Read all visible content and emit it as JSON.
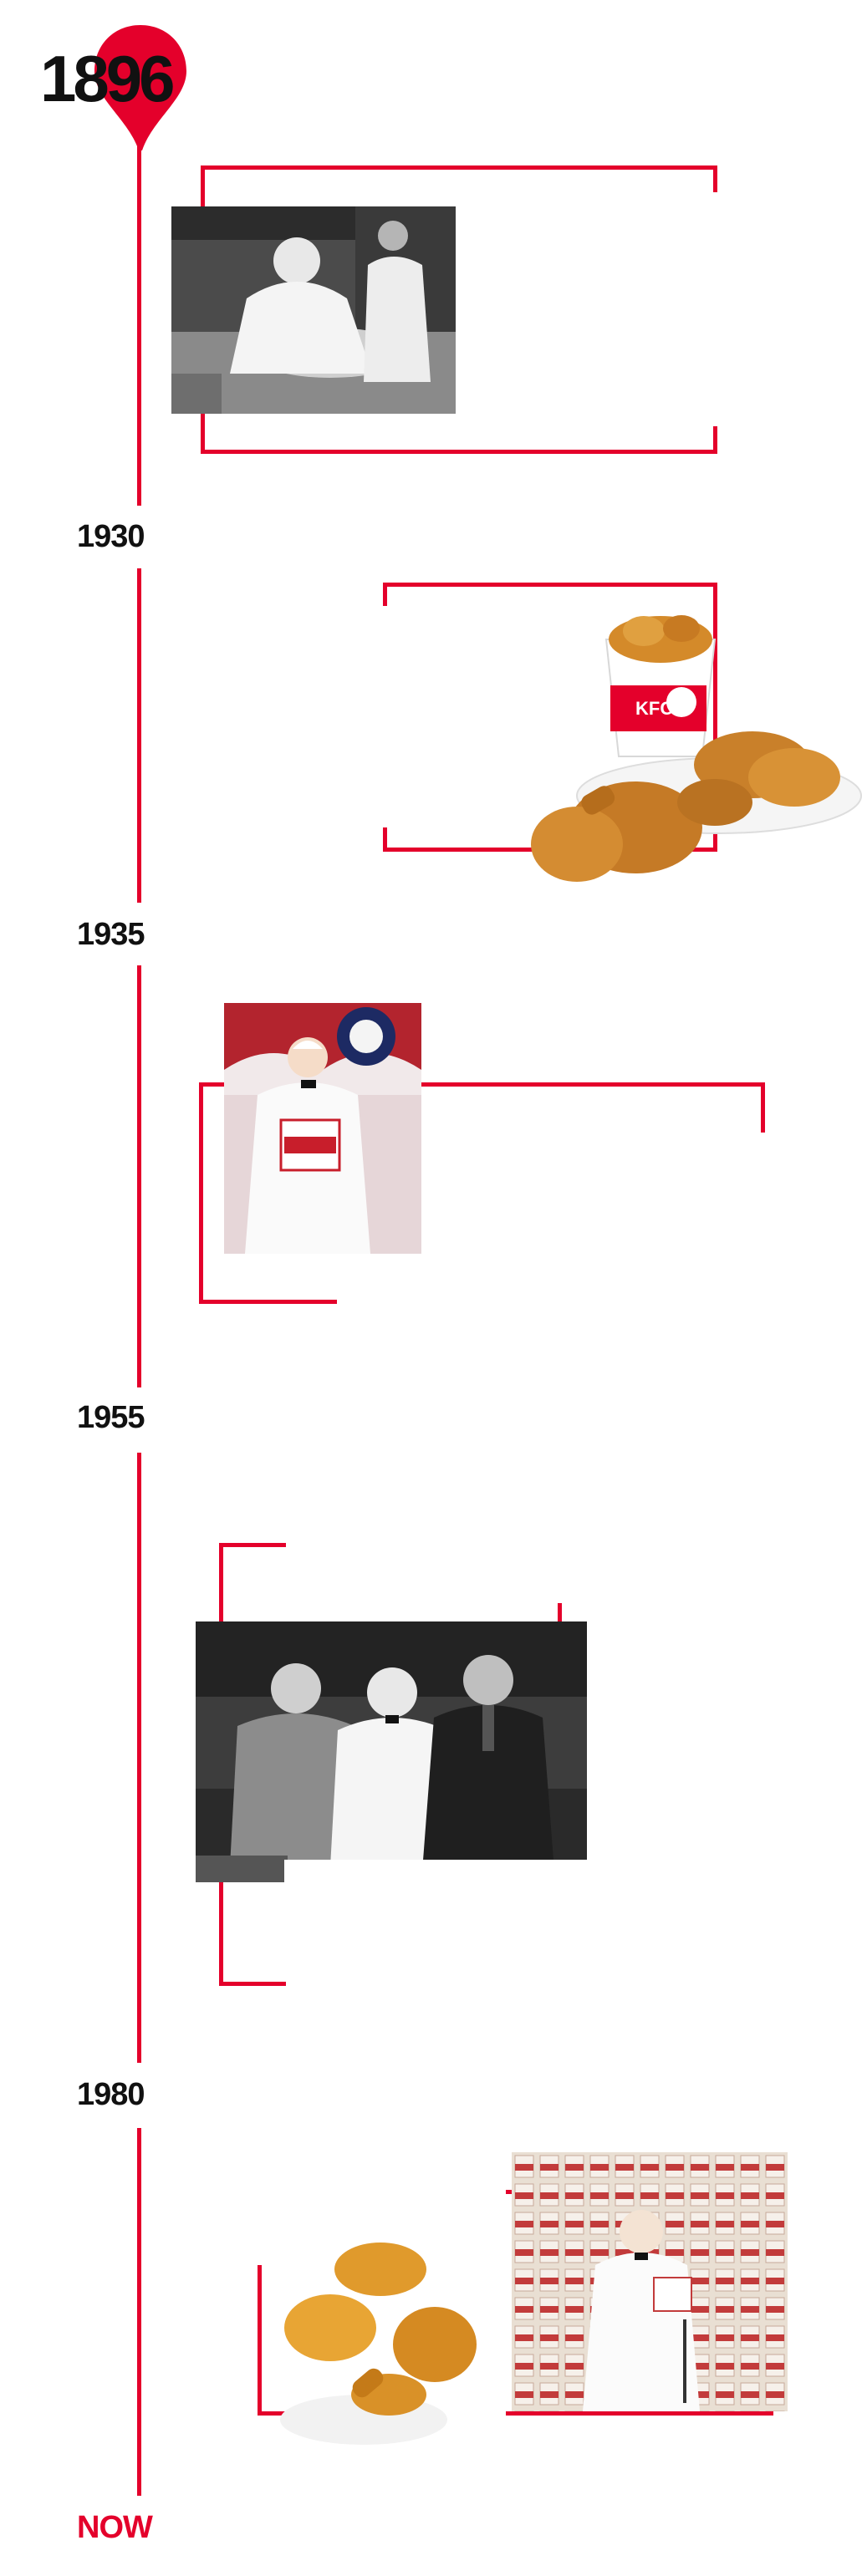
{
  "timeline": {
    "start_year": "1896",
    "milestones": [
      {
        "year": "1930"
      },
      {
        "year": "1935"
      },
      {
        "year": "1955"
      },
      {
        "year": "1980"
      },
      {
        "year": "NOW"
      }
    ]
  },
  "colors": {
    "accent": "#e4002b",
    "text": "#111111",
    "background": "#ffffff"
  },
  "images": {
    "photo_1": "colonel-cooking-photo",
    "photo_2": "fried-chicken-bucket-photo",
    "photo_3": "colonel-with-bucket-photo",
    "photo_4": "colonel-with-men-photo",
    "photo_5": "fried-chicken-pieces-photo",
    "photo_6": "colonel-with-buckets-wall-photo"
  }
}
